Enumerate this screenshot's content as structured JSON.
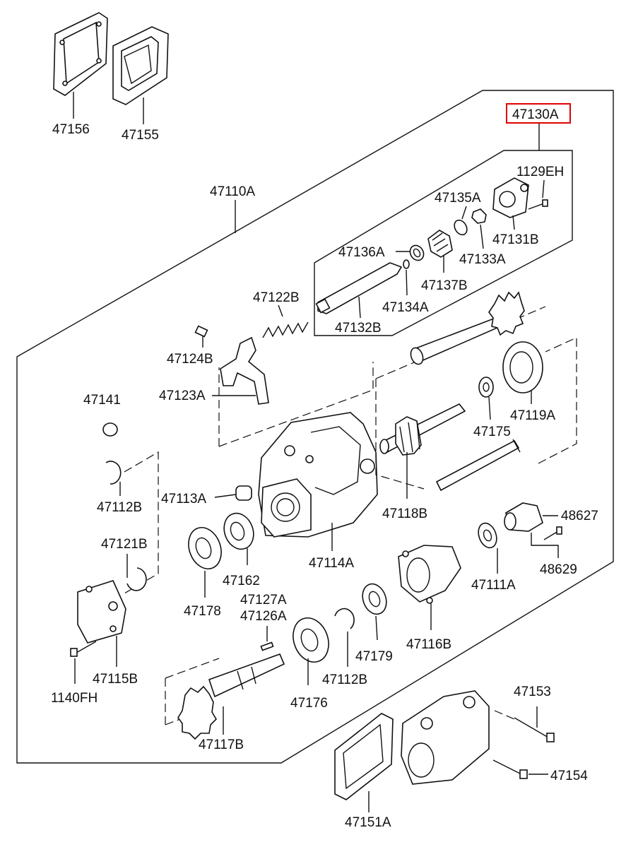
{
  "highlighted_part": "47130A",
  "labels": {
    "p47156": "47156",
    "p47155": "47155",
    "p47110A": "47110A",
    "p47130A": "47130A",
    "p1129EH": "1129EH",
    "p47135A": "47135A",
    "p47131B": "47131B",
    "p47136A": "47136A",
    "p47133A": "47133A",
    "p47137B": "47137B",
    "p47122B": "47122B",
    "p47134A": "47134A",
    "p47132B": "47132B",
    "p47124B": "47124B",
    "p47123A": "47123A",
    "p47141": "47141",
    "p47119A": "47119A",
    "p47175": "47175",
    "p47112B_a": "47112B",
    "p47113A": "47113A",
    "p47118B": "47118B",
    "p48627": "48627",
    "p47121B": "47121B",
    "p47162": "47162",
    "p47114A": "47114A",
    "p48629": "48629",
    "p47111A": "47111A",
    "p47178": "47178",
    "p47127A": "47127A",
    "p47126A": "47126A",
    "p47116B": "47116B",
    "p47179": "47179",
    "p47115B": "47115B",
    "p47112B_b": "47112B",
    "p1140FH": "1140FH",
    "p47176": "47176",
    "p47153": "47153",
    "p47117B": "47117B",
    "p47154": "47154",
    "p47151A": "47151A"
  },
  "colors": {
    "line": "#111111",
    "highlight": "#e00000",
    "background": "#ffffff"
  }
}
